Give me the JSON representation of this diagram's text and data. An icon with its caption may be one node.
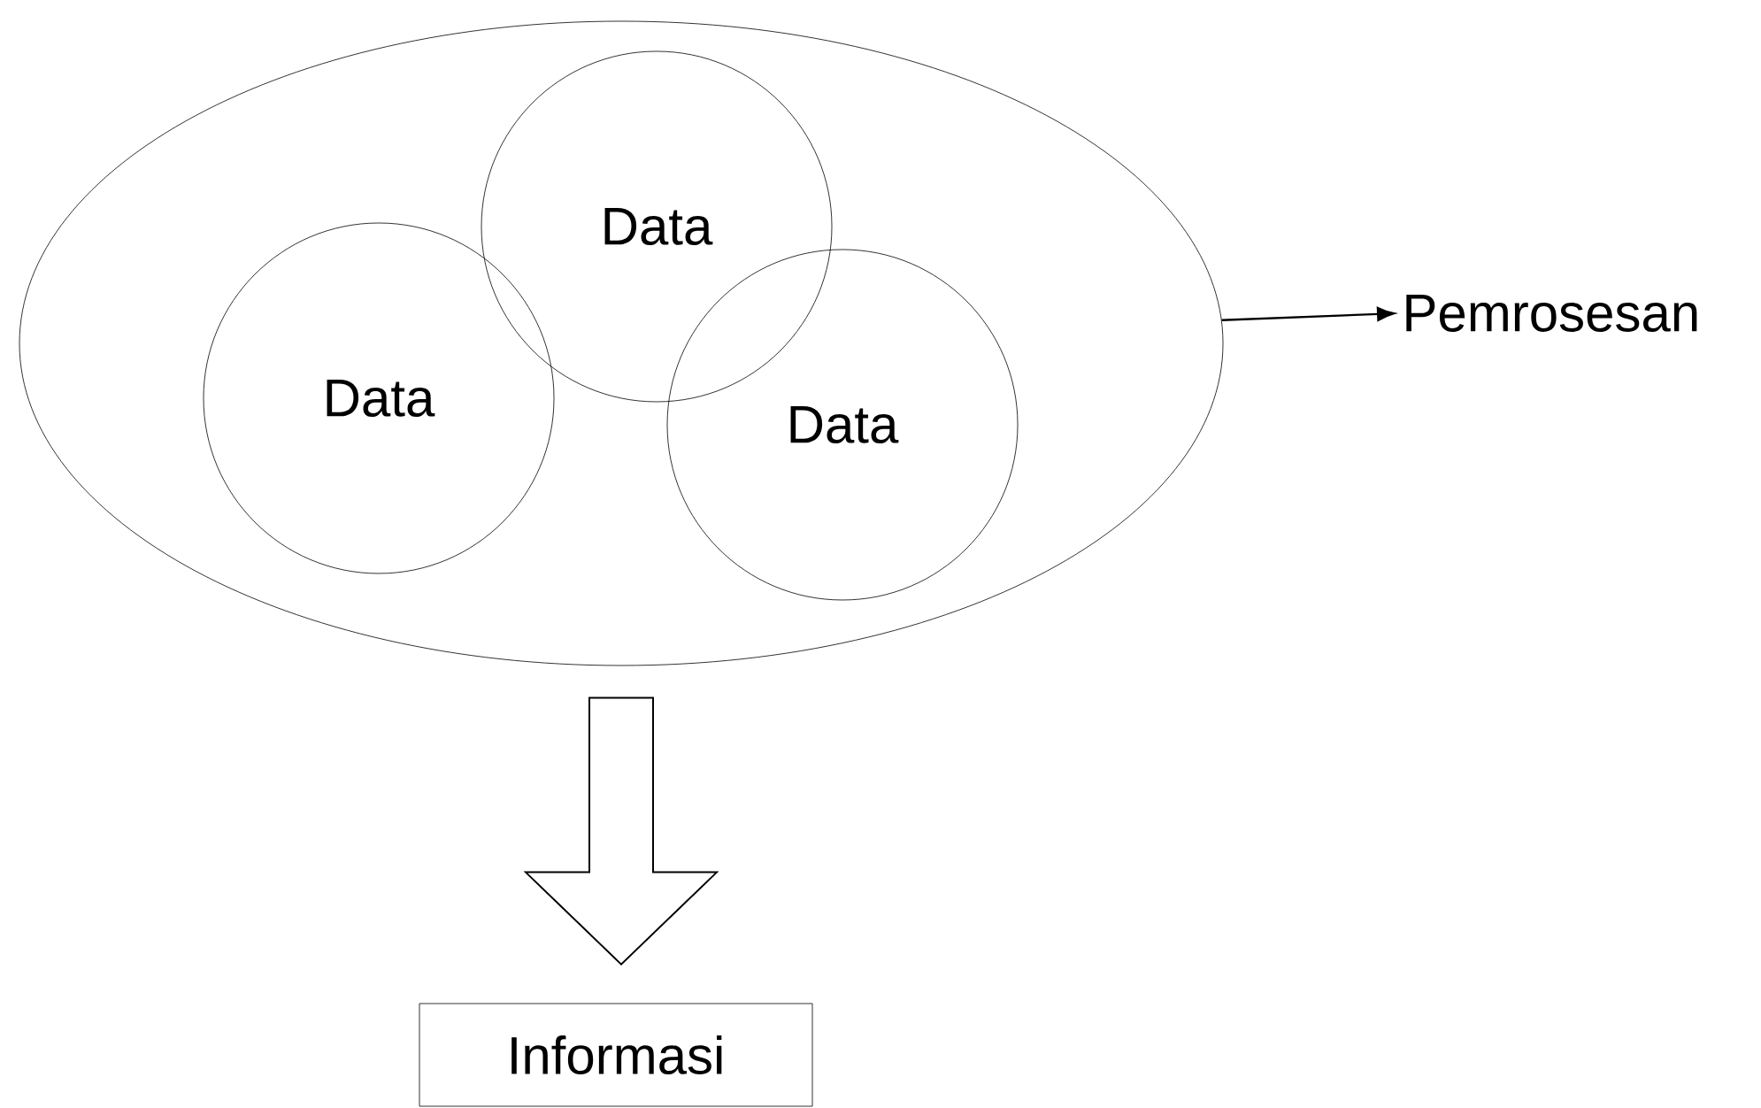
{
  "diagram": {
    "nodes": [
      {
        "text": [],
        "shape": "ellipse"
      },
      {
        "text": [
          "Data"
        ],
        "in": 0
      },
      {
        "text": [
          "Data"
        ],
        "in": 0
      },
      {
        "text": [
          "Data"
        ],
        "in": 0
      },
      {
        "text": [
          "Pemrosesan"
        ]
      },
      {
        "text": [
          "Informasi"
        ]
      }
    ],
    "edges": [
      {
        "from": 0,
        "to": 4,
        "arrow": "to"
      },
      {
        "from": 0,
        "to": 5,
        "arrow": "to",
        "style": "thick"
      }
    ]
  }
}
